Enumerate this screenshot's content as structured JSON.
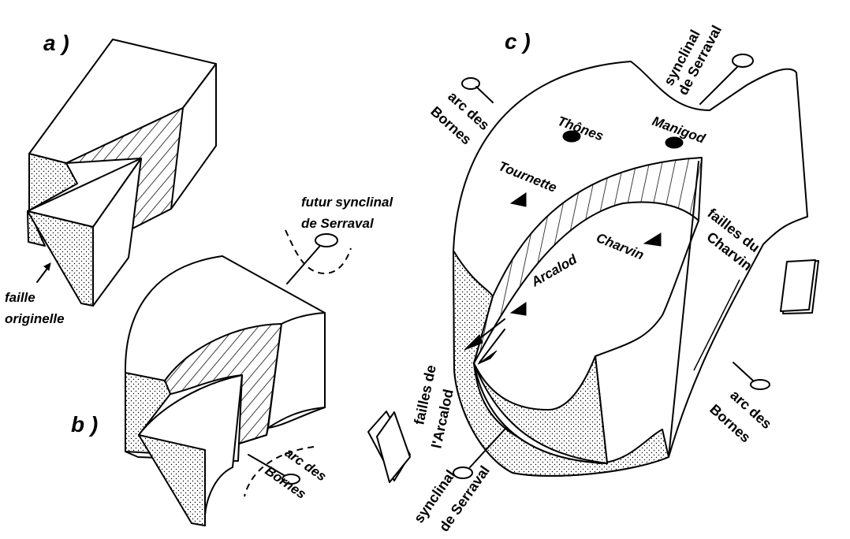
{
  "panels": {
    "a": {
      "label": "a )",
      "annotation": {
        "line1": "faille",
        "line2": "originelle"
      }
    },
    "b": {
      "label": "b )",
      "annotation_top": {
        "line1": "futur synclinal",
        "line2": "de Serraval"
      },
      "annotation_bottom": {
        "line1": "arc des",
        "line2": "Bornes"
      }
    },
    "c": {
      "label": "c )",
      "places": {
        "thones": "Thônes",
        "manigod": "Manigod"
      },
      "summits": {
        "tournette": "Tournette",
        "charvin": "Charvin",
        "arcalod": "Arcalod"
      },
      "annotations": {
        "synclinal_top": {
          "line1": "synclinal",
          "line2": "de Serraval"
        },
        "synclinal_bottom": {
          "line1": "synclinal",
          "line2": "de Serraval"
        },
        "arc_left": {
          "line1": "arc des",
          "line2": "Bornes"
        },
        "arc_right": {
          "line1": "arc des",
          "line2": "Bornes"
        },
        "failles_charvin": {
          "line1": "failles du",
          "line2": "Charvin"
        },
        "failles_arcalod": {
          "line1": "failles de",
          "line2": "l'Arcalod"
        }
      }
    }
  }
}
